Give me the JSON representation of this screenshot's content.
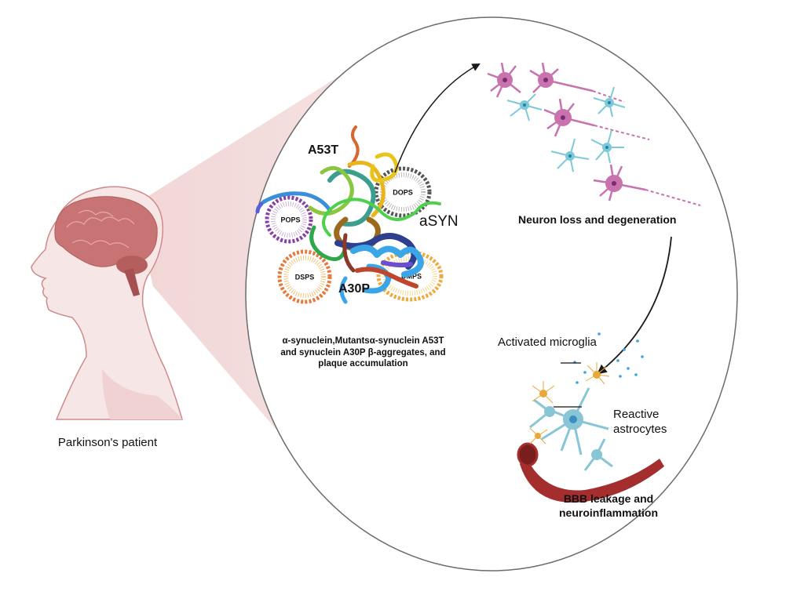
{
  "figure": {
    "title": "Parkinson's disease alpha-synuclein pathology schematic",
    "patient_label": "Parkinson's patient",
    "protein": {
      "name": "aSYN",
      "mutations": [
        "A53T",
        "A30P"
      ],
      "lipid_vesicles": [
        "DOPS",
        "POPS",
        "DSPS",
        "DMPS"
      ]
    },
    "caption": "α-synuclein,Mutantsα-synuclein A53T and synuclein A30P β-aggregates, and plaque accumulation",
    "stages": [
      {
        "label": "Neuron loss and degeneration"
      },
      {
        "label": "Activated microglia"
      },
      {
        "label": "Reactive astrocytes"
      },
      {
        "label": "BBB leakage and neuroinflammation"
      }
    ],
    "colors": {
      "cone": "#f2dcdc",
      "brain": "#c97474",
      "skin": "#f6e3e3",
      "neuron_pink": "#c873ae",
      "neuron_cyan": "#7cc9d8",
      "astrocyte": "#88c6d6",
      "microglia": "#e9a73a",
      "vessel": "#a42e2e",
      "circle_stroke": "#6b6b6b",
      "dops": "#555555",
      "pops": "#8a3ea8",
      "dsps": "#e5783a",
      "dmps": "#f0a93a"
    }
  }
}
